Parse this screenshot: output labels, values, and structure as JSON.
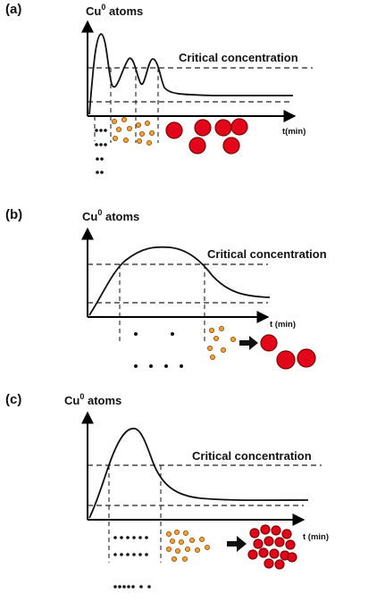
{
  "panel_a": {
    "label": "(a)",
    "y_label": "Cu",
    "y_label_sup": "0",
    "y_label_tail": " atoms",
    "critical_label": "Critical concentration",
    "x_label": "t(min)"
  },
  "panel_b": {
    "label": "(b)",
    "y_label": "Cu",
    "y_label_sup": "0",
    "y_label_tail": " atoms",
    "critical_label": "Critical concentration",
    "x_label": "t (min)"
  },
  "panel_c": {
    "label": "(c)",
    "y_label": "Cu",
    "y_label_sup": "0",
    "y_label_tail": " atoms",
    "critical_label": "Critical concentration",
    "x_label": "t (min)"
  },
  "colors": {
    "nucleus": "#f4a23a",
    "particle": "#e3061a",
    "atom": "#111111"
  }
}
